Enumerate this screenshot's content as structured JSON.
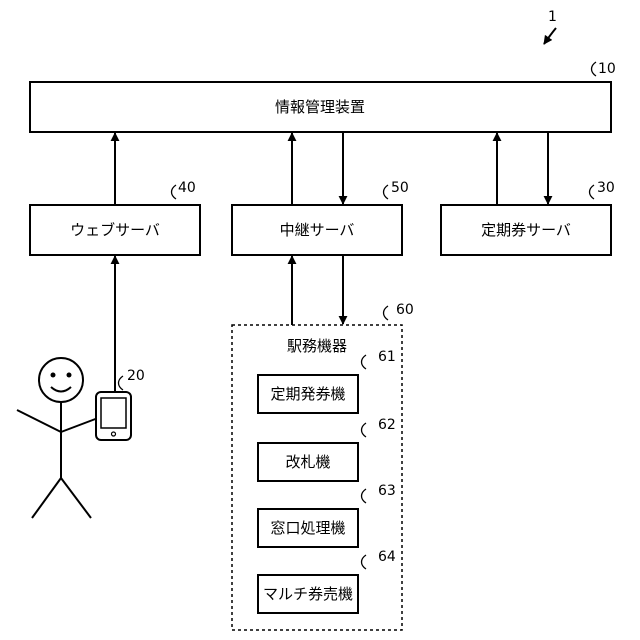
{
  "figure_ref": "1",
  "info_device": {
    "label": "情報管理装置",
    "ref": "10"
  },
  "web_server": {
    "label": "ウェブサーバ",
    "ref": "40"
  },
  "relay_server": {
    "label": "中継サーバ",
    "ref": "50"
  },
  "pass_server": {
    "label": "定期券サーバ",
    "ref": "30"
  },
  "user": {
    "ref": "20"
  },
  "station": {
    "title": "駅務機器",
    "ref": "60",
    "items": [
      {
        "label": "定期発券機",
        "ref": "61"
      },
      {
        "label": "改札機",
        "ref": "62"
      },
      {
        "label": "窓口処理機",
        "ref": "63"
      },
      {
        "label": "マルチ券売機",
        "ref": "64"
      }
    ]
  }
}
